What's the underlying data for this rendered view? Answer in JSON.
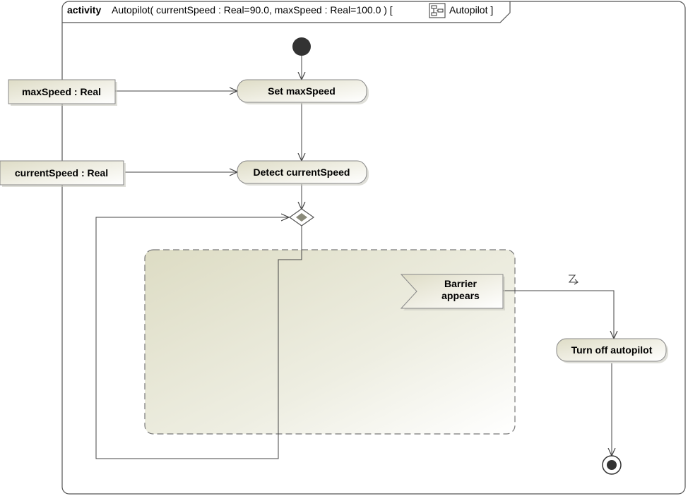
{
  "header": {
    "keyword": "activity",
    "signature": "Autopilot( currentSpeed : Real=90.0, maxSpeed : Real=100.0 ) [",
    "icon": "activity-diagram-icon",
    "context": "Autopilot ]"
  },
  "parameters": {
    "max_speed": "maxSpeed : Real",
    "current_speed": "currentSpeed : Real"
  },
  "actions": {
    "set_max_speed": "Set maxSpeed",
    "detect_current_speed": "Detect currentSpeed",
    "turn_off_autopilot": "Turn off autopilot"
  },
  "accept_event": {
    "line1": "Barrier",
    "line2": "appears"
  },
  "interrupt_symbol": "lightning-bolt-icon",
  "colors": {
    "node_fill_light": "#f7f6ee",
    "node_fill_dark": "#dcdcc4",
    "region_fill": "#e4e3cf",
    "stroke": "#555555"
  }
}
